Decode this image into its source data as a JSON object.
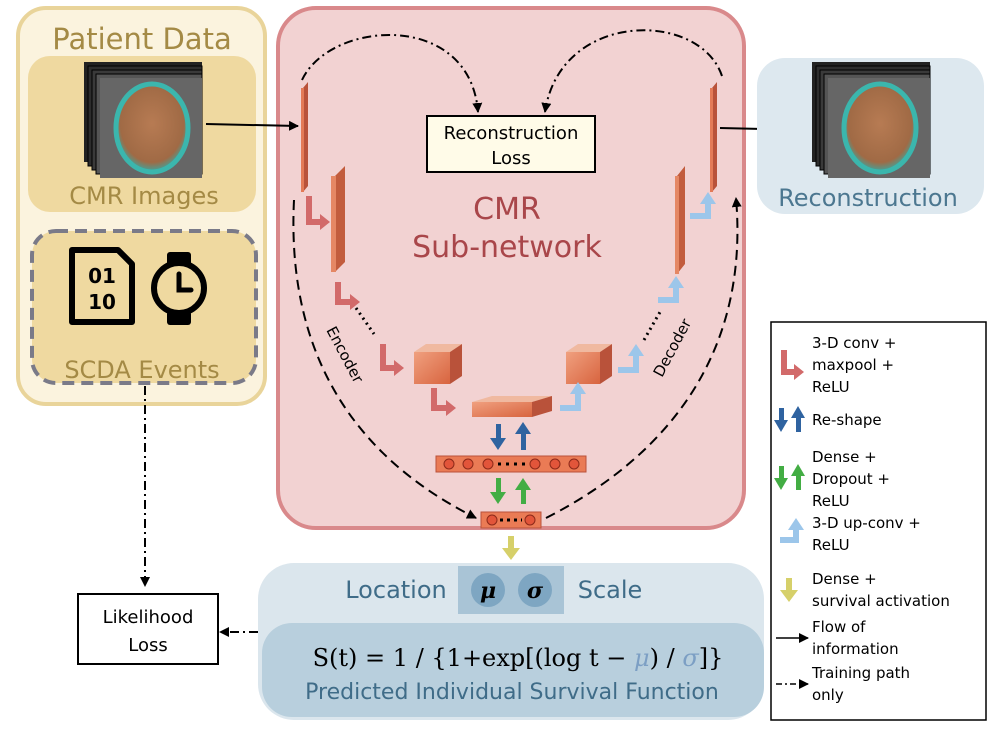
{
  "patient_data": {
    "title": "Patient Data",
    "images_label": "CMR Images",
    "events_label": "SCDA Events"
  },
  "network": {
    "title_line1": "CMR",
    "title_line2": "Sub-network",
    "recon_loss_line1": "Reconstruction",
    "recon_loss_line2": "Loss",
    "encoder_label": "Encoder",
    "decoder_label": "Decoder"
  },
  "reconstruction": {
    "label": "Reconstruction"
  },
  "survival": {
    "location_label": "Location",
    "scale_label": "Scale",
    "mu_symbol": "μ",
    "sigma_symbol": "σ",
    "formula_prefix": "S(t) = 1 / {1+exp[(log t − ",
    "formula_mu": "μ",
    "formula_mid": ") / ",
    "formula_sigma": "σ",
    "formula_suffix": "]}",
    "function_label": "Predicted Individual Survival Function"
  },
  "likelihood": {
    "line1": "Likelihood",
    "line2": "Loss"
  },
  "legend": {
    "conv": [
      "3-D conv +",
      "maxpool +",
      "ReLU"
    ],
    "reshape": [
      "Re-shape"
    ],
    "dense": [
      "Dense +",
      "Dropout +",
      "ReLU"
    ],
    "upconv": [
      "3-D up-conv +",
      "ReLU"
    ],
    "survival_act": [
      "Dense +",
      "survival activation"
    ],
    "flow": [
      "Flow of",
      "information"
    ],
    "training": [
      "Training path",
      "only"
    ]
  },
  "colors": {
    "patient_border": "#e9d49a",
    "patient_fill": "#f9f0d9",
    "patient_inner": "#efd9a0",
    "patient_text": "#a48a45",
    "network_fill": "#f2d2d2",
    "network_border": "#d9898b",
    "network_text": "#a9464a",
    "recon_fill": "#dde8ef",
    "recon_text": "#4c7790",
    "survival_fill": "#dbe6ed",
    "survival_inner": "#b8cfdd",
    "conv_arrow": "#d26a6a",
    "reshape_arrow": "#2f63a0",
    "dense_arrow": "#43ad44",
    "upconv_arrow": "#9cc6ea",
    "survival_arrow": "#d6d06a",
    "layer_orange": "#ea7b55"
  }
}
